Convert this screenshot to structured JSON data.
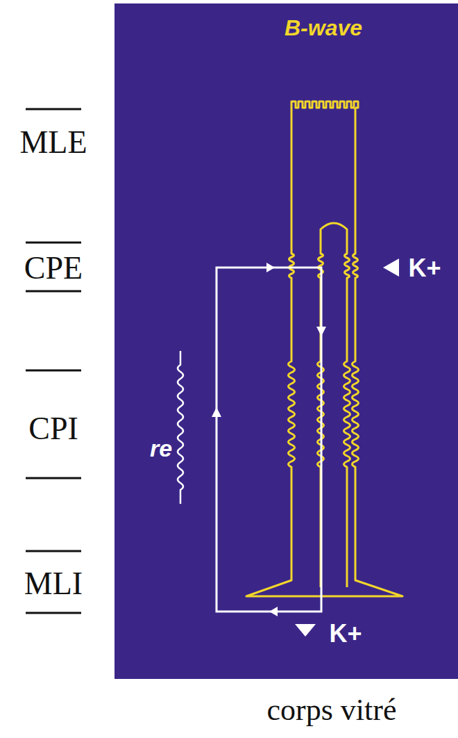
{
  "diagram": {
    "labels": [
      "MLE",
      "CPE",
      "CPI",
      "MLI",
      "B-wave",
      "K+",
      "re",
      "K+",
      "corps vitré"
    ]
  }
}
